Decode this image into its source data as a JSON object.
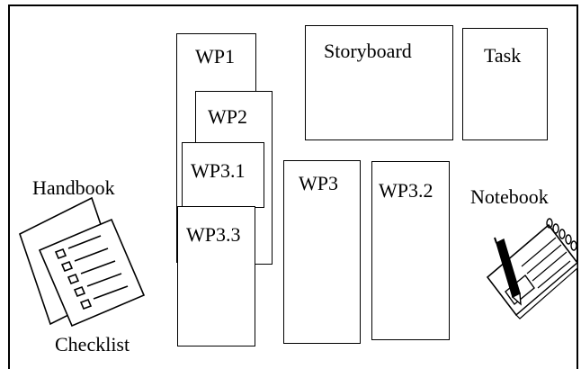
{
  "boxes": {
    "wp1": "WP1",
    "wp2": "WP2",
    "wp3_1": "WP3.1",
    "wp3_3": "WP3.3",
    "wp3": "WP3",
    "wp3_2": "WP3.2",
    "storyboard": "Storyboard",
    "task": "Task"
  },
  "labels": {
    "handbook": "Handbook",
    "checklist": "Checklist",
    "notebook": "Notebook"
  },
  "icons": [
    "handbook-icon",
    "checklist-icon",
    "notebook-icon",
    "pen-icon"
  ],
  "colors": {
    "stroke": "#000000",
    "fill": "#ffffff"
  }
}
